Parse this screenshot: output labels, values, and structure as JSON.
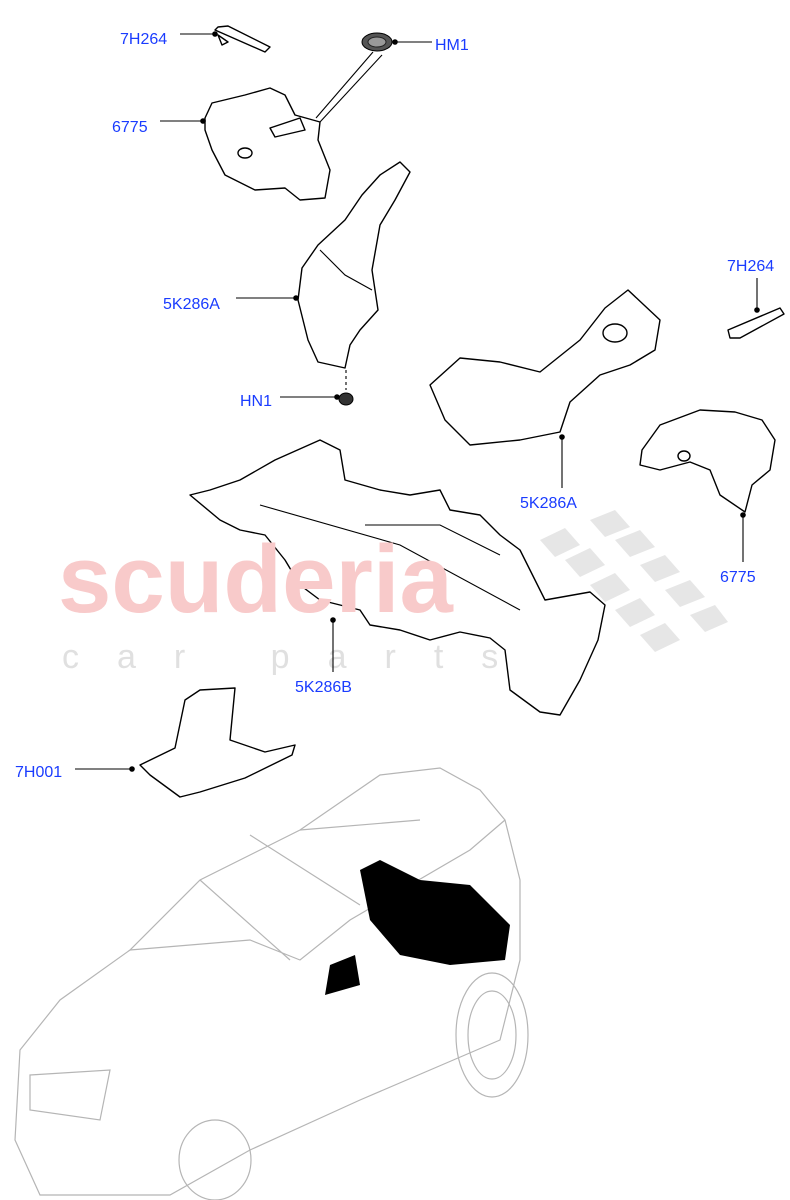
{
  "watermark": {
    "brand": "scuderia",
    "tagline": "car parts"
  },
  "callouts": [
    {
      "id": "7H264",
      "label": "7H264"
    },
    {
      "id": "HM1",
      "label": "HM1"
    },
    {
      "id": "6775",
      "label": "6775"
    },
    {
      "id": "5K286A",
      "label": "5K286A"
    },
    {
      "id": "HN1",
      "label": "HN1"
    },
    {
      "id": "7H264-right",
      "label": "7H264"
    },
    {
      "id": "5K286A-right",
      "label": "5K286A"
    },
    {
      "id": "6775-right",
      "label": "6775"
    },
    {
      "id": "5K286B",
      "label": "5K286B"
    },
    {
      "id": "7H001",
      "label": "7H001"
    }
  ],
  "colors": {
    "label": "#1a3cff",
    "watermark": "#f8caca"
  }
}
